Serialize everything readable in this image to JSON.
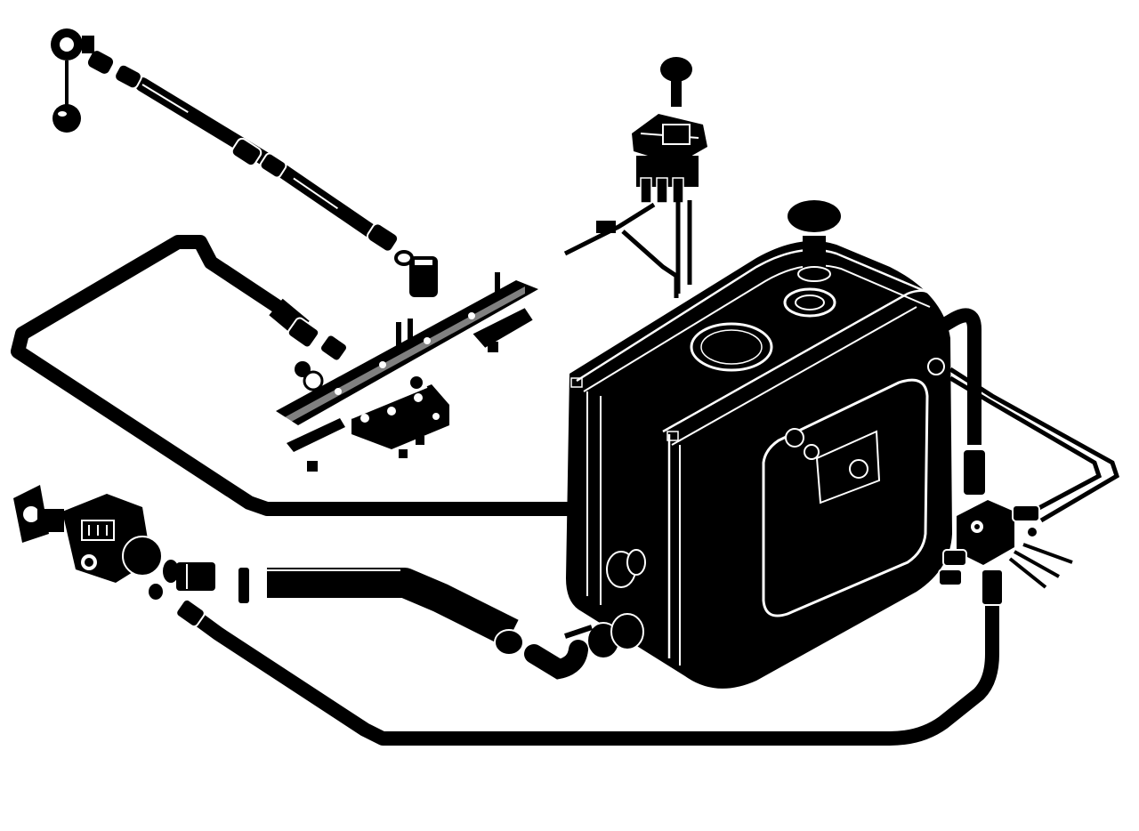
{
  "diagram": {
    "ink_color": "#000000",
    "paper_color": "#ffffff",
    "parts": [
      "pressure-hose",
      "pressure-line",
      "return-line",
      "suction-hose",
      "return-hose",
      "hydraulic-pump",
      "mounting-bracket",
      "manifold-block",
      "control-valve",
      "hydraulic-tank",
      "distribution-block"
    ]
  }
}
